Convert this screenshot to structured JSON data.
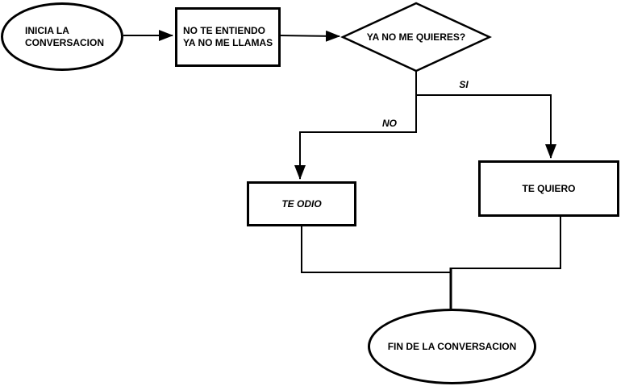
{
  "flowchart": {
    "nodes": {
      "start": {
        "label": "INICIA LA\nCONVERSACION",
        "shape": "ellipse"
      },
      "message": {
        "label": "NO TE ENTIENDO\nYA NO ME LLAMAS",
        "shape": "rectangle"
      },
      "decision": {
        "label": "YA NO ME QUIERES?",
        "shape": "diamond"
      },
      "branch_no_result": {
        "label": "TE ODIO",
        "shape": "rectangle"
      },
      "branch_yes_result": {
        "label": "TE QUIERO",
        "shape": "rectangle"
      },
      "end": {
        "label": "FIN DE LA CONVERSACION",
        "shape": "ellipse"
      }
    },
    "edge_labels": {
      "yes": "SI",
      "no": "NO"
    },
    "colors": {
      "stroke": "#000000",
      "fill": "#ffffff",
      "text": "#000000"
    }
  }
}
